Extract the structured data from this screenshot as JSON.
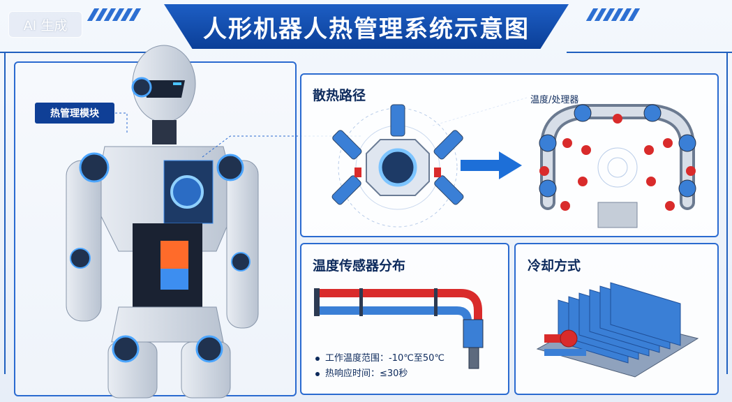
{
  "title": "人形机器人热管理系统示意图",
  "watermark": "AI 生成",
  "module_label": "热管理模块",
  "sections": {
    "heat_path": {
      "title": "散热路径",
      "callout": "温度/处理器"
    },
    "sensor_distribution": {
      "title": "温度传感器分布",
      "bullets": [
        "工作温度范围：-10℃至50℃",
        "热响应时间：≤30秒"
      ]
    },
    "cooling_method": {
      "title": "冷却方式"
    }
  },
  "colors": {
    "brand_blue": "#1d5ec4",
    "dark_blue": "#0b3f98",
    "hot_red": "#d92b2b",
    "pipe_blue": "#3a7fd6"
  }
}
